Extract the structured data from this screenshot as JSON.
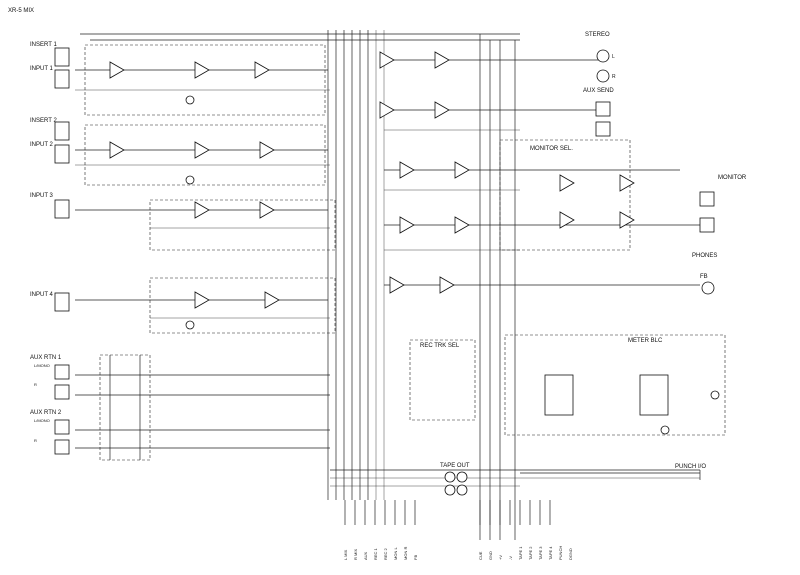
{
  "title": "XR-5 MIX",
  "labels": {
    "insert1": "INSERT 1",
    "input1": "INPUT 1",
    "insert2": "INSERT 2",
    "input2": "INPUT 2",
    "input3": "INPUT 3",
    "input4": "INPUT 4",
    "aux_rtn1": "AUX RTN 1",
    "aux_rtn2": "AUX RTN 2",
    "stereo": "STEREO",
    "aux_send": "AUX SEND",
    "monitor_sel": "MONITOR SEL.",
    "monitor": "MONITOR",
    "phones": "PHONES",
    "fb": "FB",
    "meter_blc": "METER BLC",
    "rec_trk_sel": "REC TRK SEL",
    "tape_out": "TAPE OUT",
    "punch_io": "PUNCH I/O",
    "l_mono": "L/MONO",
    "l": "L",
    "r": "R"
  },
  "bus_labels": [
    "L MIX",
    "R MIX",
    "AUX",
    "REC 1",
    "REC 2",
    "MON L",
    "MON R",
    "FB",
    "CUE",
    "GND",
    "+V",
    "-V",
    "TAPE 1",
    "TAPE 2",
    "TAPE 3",
    "TAPE 4",
    "PUNCH",
    "DGND"
  ]
}
